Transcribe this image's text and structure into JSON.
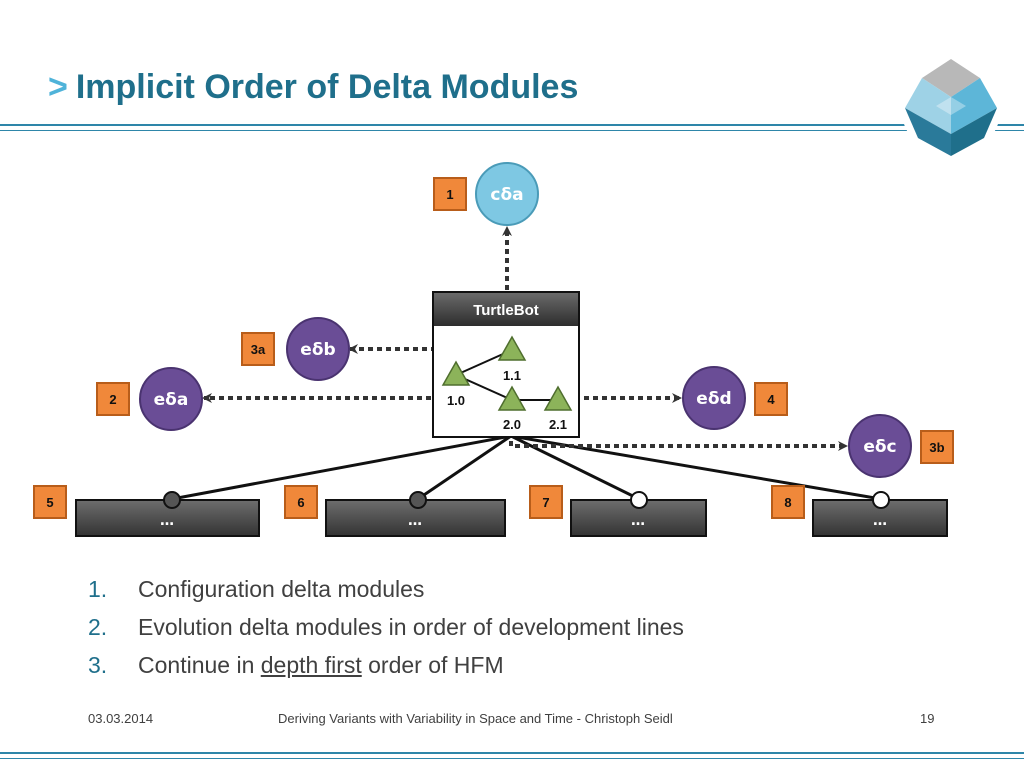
{
  "title": {
    "chevron": ">",
    "text": "Implicit Order of Delta Modules"
  },
  "diagram": {
    "tree_title": "TurtleBot",
    "versions": [
      "1.0",
      "1.1",
      "2.0",
      "2.1"
    ],
    "modules": {
      "ca": "cδa",
      "eb": "eδb",
      "ea": "eδa",
      "ed": "eδd",
      "ec": "eδc"
    },
    "badges": {
      "b1": "1",
      "b3a": "3a",
      "b2": "2",
      "b4": "4",
      "b3b": "3b",
      "b5": "5",
      "b6": "6",
      "b7": "7",
      "b8": "8"
    },
    "variant_label": "…",
    "colors": {
      "config_module": "#7ec8e3",
      "evolution_module": "#6a4d96",
      "badge": "#f0883a",
      "version_triangle": "#8cb35a",
      "variant_bar": "#4a4a4a"
    }
  },
  "bullets": [
    {
      "num": "1.",
      "text": "Configuration delta modules"
    },
    {
      "num": "2.",
      "text": "Evolution delta modules in order of development lines"
    },
    {
      "num": "3.",
      "pre": "Continue in ",
      "link": "depth first",
      "post": " order of HFM"
    }
  ],
  "footer": {
    "date": "03.03.2014",
    "center": "Deriving Variants with Variability in Space and Time - Christoph Seidl",
    "page": "19"
  }
}
